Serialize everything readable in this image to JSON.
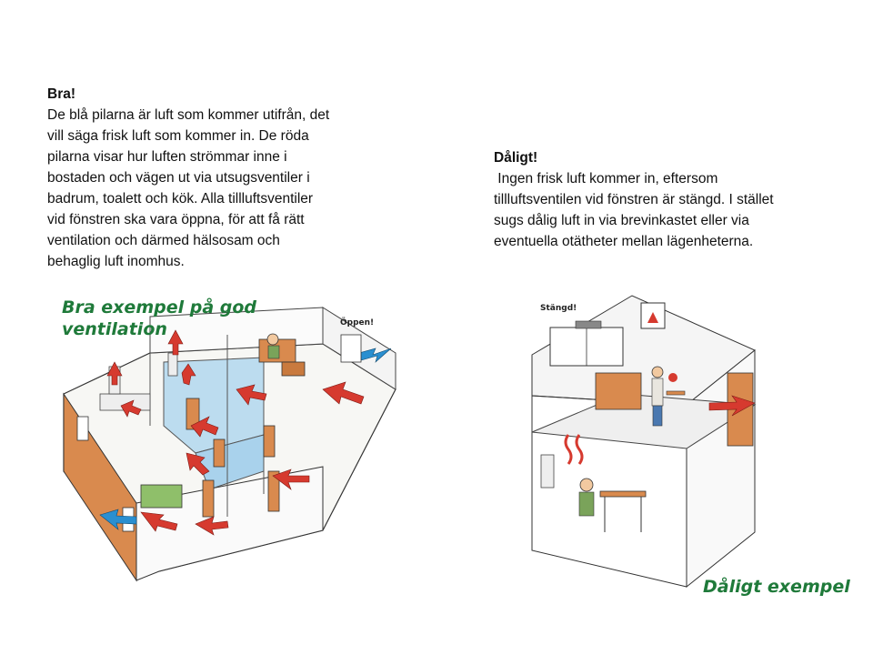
{
  "good": {
    "heading": "Bra!",
    "lines": [
      "De blå pilarna är luft som kommer utifrån, det",
      "vill säga frisk luft som kommer in. De röda",
      "pilarna visar hur luften strömmar inne i",
      "bostaden och vägen ut via utsugsventiler i",
      "badrum, toalett och kök. Alla tillluftsventiler",
      "vid fönstren ska vara öppna, för att få rätt",
      "ventilation och därmed hälsosam och",
      "behaglig luft inomhus."
    ],
    "caption_line1": "Bra exempel på god",
    "caption_line2": "ventilation",
    "open_note": "Öppen!"
  },
  "bad": {
    "heading": "Dåligt!",
    "lines": [
      " Ingen frisk luft kommer in, eftersom",
      "tillluftsventilen vid fönstren är stängd. I stället",
      "sugs dålig luft in via brevinkastet eller via",
      "eventuella otätheter mellan lägenheterna."
    ],
    "caption": "Dåligt exempel",
    "closed_note": "Stängd!"
  },
  "colors": {
    "fresh_air": "#2a8fd0",
    "indoor_air": "#d63a2f",
    "wood": "#d98a4e",
    "caption": "#1f7a3a"
  }
}
